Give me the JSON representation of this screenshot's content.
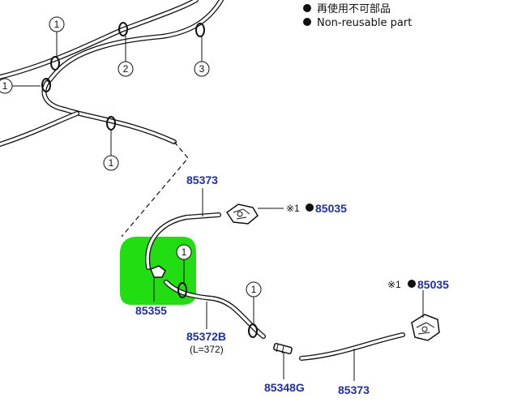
{
  "legend": {
    "line1": "再使用不可部品",
    "line2": "Non-reusable part"
  },
  "parts": {
    "p85373_top": "85373",
    "p85373_bottom": "85373",
    "p85035_top": "85035",
    "p85035_right": "85035",
    "p85355": "85355",
    "p85372b": "85372B",
    "p85372b_length": "(L=372)",
    "p85348g": "85348G",
    "note_mark": "※1"
  },
  "callouts": {
    "c1": "1",
    "c2": "2",
    "c3": "3"
  },
  "colors": {
    "part_number": "#1f2f9f",
    "highlight": "#22dd11",
    "line": "#111111"
  }
}
